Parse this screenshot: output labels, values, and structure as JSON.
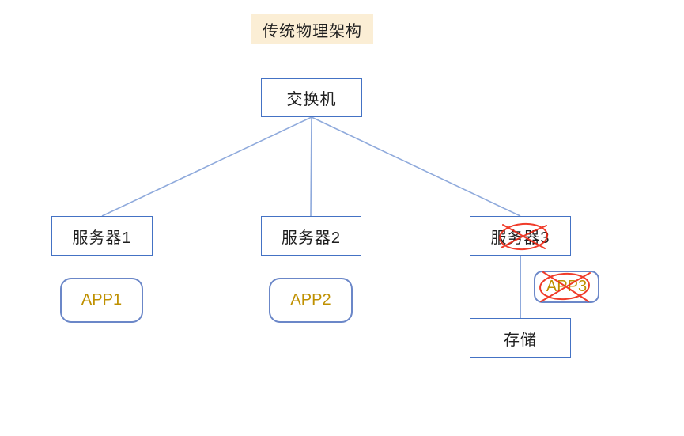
{
  "title": {
    "text": "传统物理架构"
  },
  "diagram": {
    "nodes": {
      "switch": {
        "label": "交换机"
      },
      "server1": {
        "label": "服务器1"
      },
      "server2": {
        "label": "服务器2"
      },
      "server3": {
        "label": "服务器3",
        "crossed_out": true
      },
      "app1": {
        "label": "APP1"
      },
      "app2": {
        "label": "APP2"
      },
      "app3": {
        "label": "APP3",
        "crossed_out": true
      },
      "storage": {
        "label": "存储"
      }
    },
    "edges": [
      {
        "from": "switch",
        "to": "server1"
      },
      {
        "from": "switch",
        "to": "server2"
      },
      {
        "from": "switch",
        "to": "server3"
      },
      {
        "from": "server3",
        "to": "storage"
      }
    ],
    "colors": {
      "box_border": "#4472C4",
      "app_box_border": "#6B87C8",
      "connector": "#8FAADC",
      "app_text": "#BF9000",
      "title_highlight": "#FBEED5",
      "cross_mark": "#EF2714",
      "text": "#1F1F1F",
      "background": "#FFFFFF"
    }
  }
}
